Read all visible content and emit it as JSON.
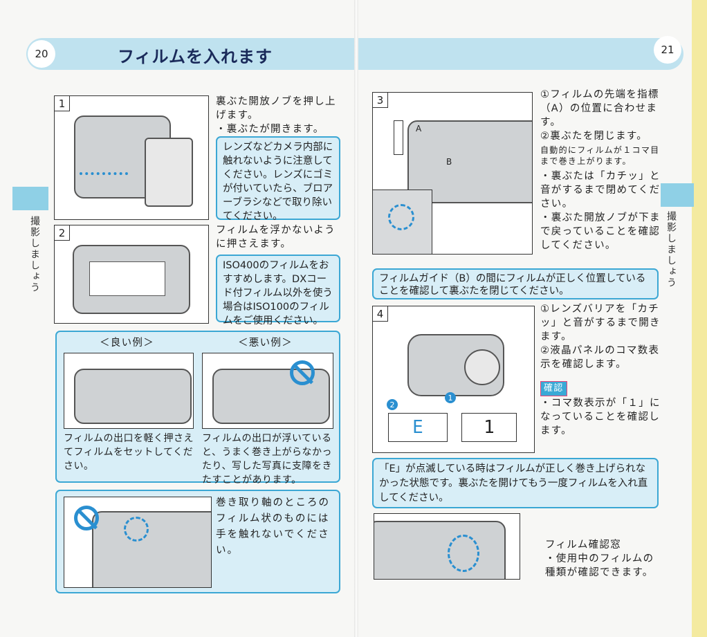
{
  "left_page": {
    "page_number": "20",
    "title": "フィルムを入れます",
    "side_label": "撮影しましょう",
    "step1": {
      "num": "1",
      "text": "裏ぶた開放ノブを押し上げます。",
      "bullet": "・裏ぶたが開きます。",
      "note": "レンズなどカメラ内部に触れないように注意してください。レンズにゴミが付いていたら、ブロアーブラシなどで取り除いてください。"
    },
    "step2": {
      "num": "2",
      "text": "フィルムを浮かないように押さえます。",
      "note": "ISO400のフィルムをおすすめします。DXコード付フィルム以外を使う場合はISO100のフィルムをご使用ください。"
    },
    "examples": {
      "good_label": "＜良い例＞",
      "bad_label": "＜悪い例＞",
      "good_text": "フィルムの出口を軽く押さえてフィルムをセットしてください。",
      "bad_text": "フィルムの出口が浮いていると、うまく巻き上がらなかったり、写した写真に支障をきたすことがあります。"
    },
    "warning": {
      "text": "巻き取り軸のところのフィルム状のものには手を触れないでください。"
    }
  },
  "right_page": {
    "page_number": "21",
    "side_label": "撮影しましょう",
    "step3": {
      "num": "3",
      "label_a": "A",
      "label_b": "B",
      "item1": "①フィルムの先端を指標（A）の位置に合わせます。",
      "item2": "②裏ぶたを閉じます。",
      "small": "自動的にフィルムが１コマ目まで巻き上がります。",
      "bullet1": "・裏ぶたは「カチッ」と音がするまで閉めてください。",
      "bullet2": "・裏ぶた開放ノブが下まで戻っていることを確認してください。",
      "note": "フィルムガイド（B）の間にフィルムが正しく位置していることを確認して裏ぶたを閉じてください。"
    },
    "step4": {
      "num": "4",
      "callout1": "1",
      "callout2": "2",
      "lcd_error": "E",
      "lcd_one": "1",
      "item1": "①レンズバリアを「カチッ」と音がするまで開きます。",
      "item2": "②液晶パネルのコマ数表示を確認します。",
      "confirm_badge": "確認",
      "confirm_text": "・コマ数表示が「１」になっていることを確認します。",
      "note": "「E」が点滅している時はフィルムが正しく巻き上げられなかった状態です。裏ぶたを開けてもう一度フィルムを入れ直してください。"
    },
    "window": {
      "title": "フィルム確認窓",
      "bullet": "・使用中のフィルムの種類が確認できます。"
    }
  }
}
